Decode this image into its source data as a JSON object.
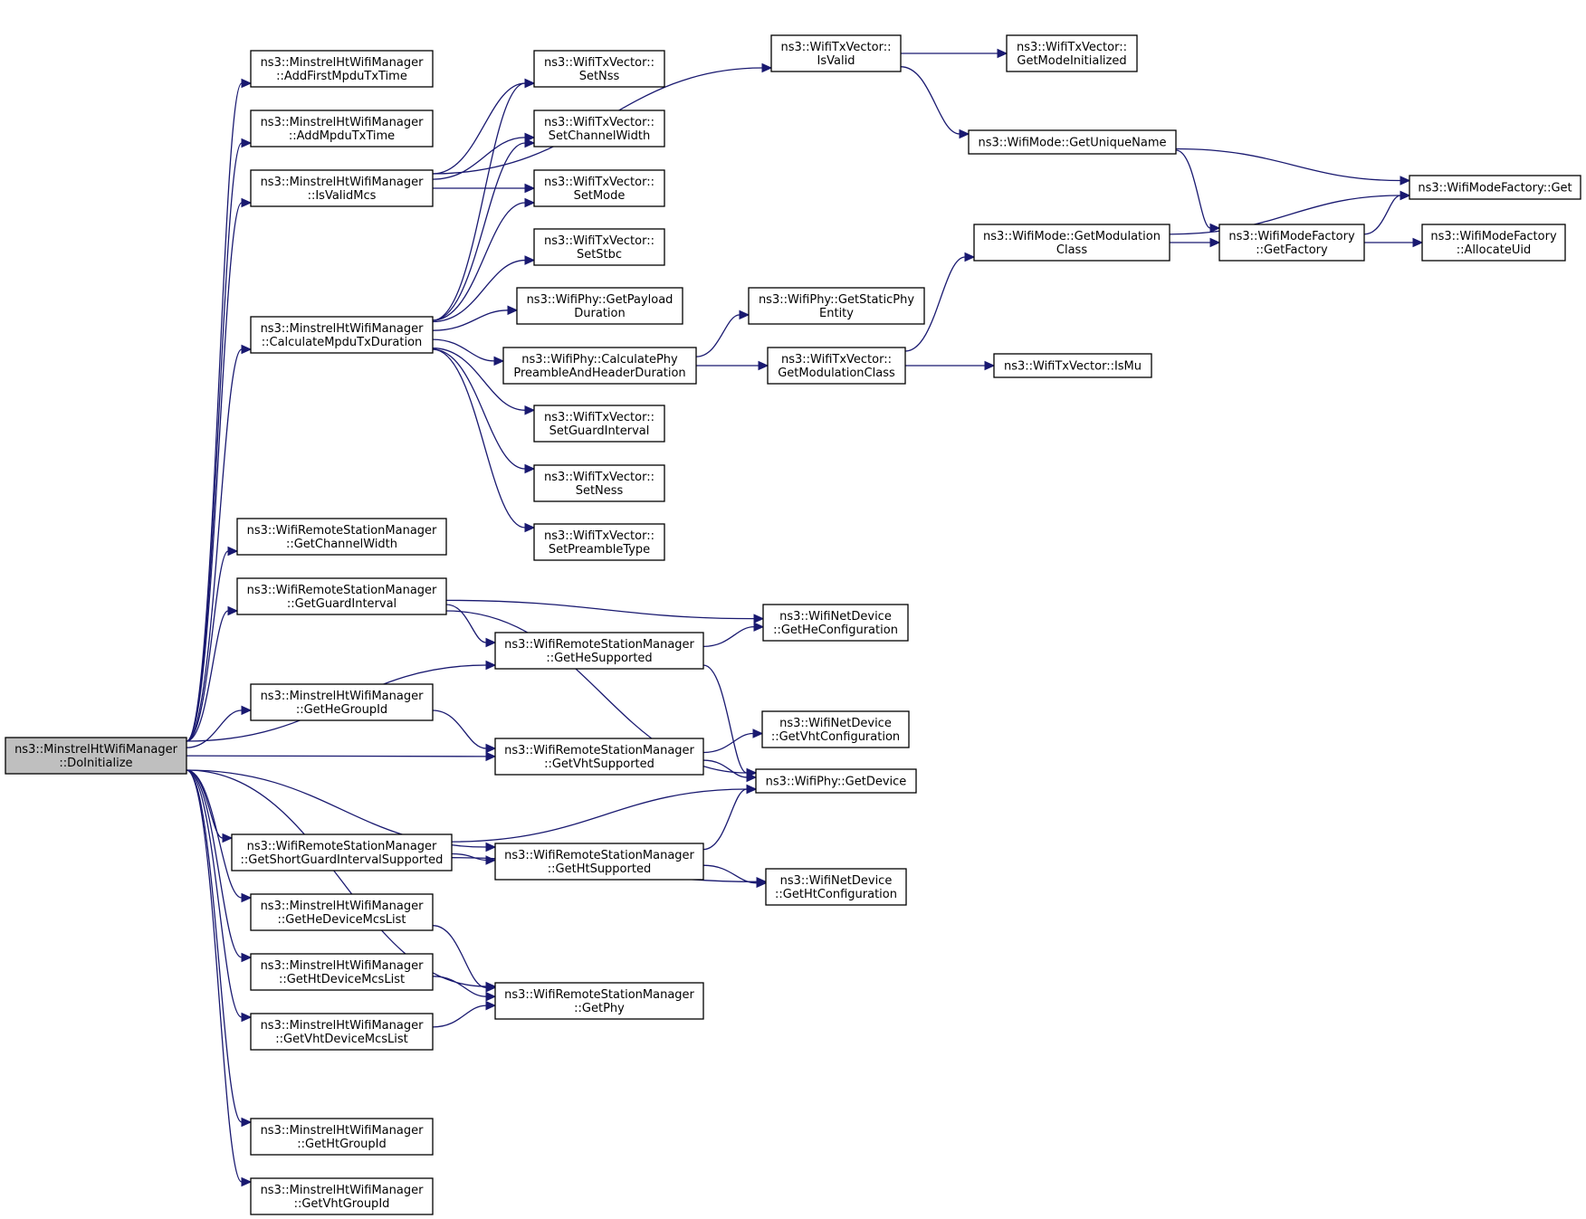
{
  "graph": {
    "nodes": [
      {
        "id": "doinit",
        "lines": [
          "ns3::MinstrelHtWifiManager",
          "::DoInitialize"
        ],
        "root": true
      },
      {
        "id": "addfirst",
        "lines": [
          "ns3::MinstrelHtWifiManager",
          "::AddFirstMpduTxTime"
        ]
      },
      {
        "id": "addmpdu",
        "lines": [
          "ns3::MinstrelHtWifiManager",
          "::AddMpduTxTime"
        ]
      },
      {
        "id": "isvalidmcs",
        "lines": [
          "ns3::MinstrelHtWifiManager",
          "::IsValidMcs"
        ]
      },
      {
        "id": "calcmpdu",
        "lines": [
          "ns3::MinstrelHtWifiManager",
          "::CalculateMpduTxDuration"
        ]
      },
      {
        "id": "getchwidth",
        "lines": [
          "ns3::WifiRemoteStationManager",
          "::GetChannelWidth"
        ]
      },
      {
        "id": "getgi",
        "lines": [
          "ns3::WifiRemoteStationManager",
          "::GetGuardInterval"
        ]
      },
      {
        "id": "getheg",
        "lines": [
          "ns3::MinstrelHtWifiManager",
          "::GetHeGroupId"
        ]
      },
      {
        "id": "getsgi",
        "lines": [
          "ns3::WifiRemoteStationManager",
          "::GetShortGuardIntervalSupported"
        ]
      },
      {
        "id": "hedevmcs",
        "lines": [
          "ns3::MinstrelHtWifiManager",
          "::GetHeDeviceMcsList"
        ]
      },
      {
        "id": "htdevmcs",
        "lines": [
          "ns3::MinstrelHtWifiManager",
          "::GetHtDeviceMcsList"
        ]
      },
      {
        "id": "vhtdevmcs",
        "lines": [
          "ns3::MinstrelHtWifiManager",
          "::GetVhtDeviceMcsList"
        ]
      },
      {
        "id": "htgid",
        "lines": [
          "ns3::MinstrelHtWifiManager",
          "::GetHtGroupId"
        ]
      },
      {
        "id": "vhtgid",
        "lines": [
          "ns3::MinstrelHtWifiManager",
          "::GetVhtGroupId"
        ]
      },
      {
        "id": "setnss",
        "lines": [
          "ns3::WifiTxVector::",
          "SetNss"
        ]
      },
      {
        "id": "setchw",
        "lines": [
          "ns3::WifiTxVector::",
          "SetChannelWidth"
        ]
      },
      {
        "id": "setmode",
        "lines": [
          "ns3::WifiTxVector::",
          "SetMode"
        ]
      },
      {
        "id": "setstbc",
        "lines": [
          "ns3::WifiTxVector::",
          "SetStbc"
        ]
      },
      {
        "id": "payload",
        "lines": [
          "ns3::WifiPhy::GetPayload",
          "Duration"
        ]
      },
      {
        "id": "preamble",
        "lines": [
          "ns3::WifiPhy::CalculatePhy",
          "PreambleAndHeaderDuration"
        ]
      },
      {
        "id": "setgi",
        "lines": [
          "ns3::WifiTxVector::",
          "SetGuardInterval"
        ]
      },
      {
        "id": "setness",
        "lines": [
          "ns3::WifiTxVector::",
          "SetNess"
        ]
      },
      {
        "id": "setpre",
        "lines": [
          "ns3::WifiTxVector::",
          "SetPreambleType"
        ]
      },
      {
        "id": "hesupp",
        "lines": [
          "ns3::WifiRemoteStationManager",
          "::GetHeSupported"
        ]
      },
      {
        "id": "vhtsupp",
        "lines": [
          "ns3::WifiRemoteStationManager",
          "::GetVhtSupported"
        ]
      },
      {
        "id": "htsupp",
        "lines": [
          "ns3::WifiRemoteStationManager",
          "::GetHtSupported"
        ]
      },
      {
        "id": "getphy",
        "lines": [
          "ns3::WifiRemoteStationManager",
          "::GetPhy"
        ]
      },
      {
        "id": "isvalid",
        "lines": [
          "ns3::WifiTxVector::",
          "IsValid"
        ]
      },
      {
        "id": "staticphy",
        "lines": [
          "ns3::WifiPhy::GetStaticPhy",
          "Entity"
        ]
      },
      {
        "id": "txmodcls",
        "lines": [
          "ns3::WifiTxVector::",
          "GetModulationClass"
        ]
      },
      {
        "id": "hecfg",
        "lines": [
          "ns3::WifiNetDevice",
          "::GetHeConfiguration"
        ]
      },
      {
        "id": "vhtcfg",
        "lines": [
          "ns3::WifiNetDevice",
          "::GetVhtConfiguration"
        ]
      },
      {
        "id": "getdevice",
        "lines": [
          "ns3::WifiPhy::GetDevice"
        ]
      },
      {
        "id": "htcfg",
        "lines": [
          "ns3::WifiNetDevice",
          "::GetHtConfiguration"
        ]
      },
      {
        "id": "modeinit",
        "lines": [
          "ns3::WifiTxVector::",
          "GetModeInitialized"
        ]
      },
      {
        "id": "uniquename",
        "lines": [
          "ns3::WifiMode::GetUniqueName"
        ]
      },
      {
        "id": "modemodcls",
        "lines": [
          "ns3::WifiMode::GetModulation",
          "Class"
        ]
      },
      {
        "id": "ismu",
        "lines": [
          "ns3::WifiTxVector::IsMu"
        ]
      },
      {
        "id": "factget",
        "lines": [
          "ns3::WifiModeFactory::Get"
        ]
      },
      {
        "id": "getfactory",
        "lines": [
          "ns3::WifiModeFactory",
          "::GetFactory"
        ]
      },
      {
        "id": "allocuid",
        "lines": [
          "ns3::WifiModeFactory",
          "::AllocateUid"
        ]
      }
    ],
    "edges": [
      {
        "from": "doinit",
        "to": "addfirst"
      },
      {
        "from": "doinit",
        "to": "addmpdu"
      },
      {
        "from": "doinit",
        "to": "isvalidmcs"
      },
      {
        "from": "doinit",
        "to": "calcmpdu"
      },
      {
        "from": "doinit",
        "to": "getchwidth"
      },
      {
        "from": "doinit",
        "to": "getgi"
      },
      {
        "from": "doinit",
        "to": "hesupp"
      },
      {
        "from": "doinit",
        "to": "getheg"
      },
      {
        "from": "doinit",
        "to": "vhtsupp"
      },
      {
        "from": "doinit",
        "to": "htsupp"
      },
      {
        "from": "doinit",
        "to": "getsgi"
      },
      {
        "from": "doinit",
        "to": "hedevmcs"
      },
      {
        "from": "doinit",
        "to": "htdevmcs"
      },
      {
        "from": "doinit",
        "to": "vhtdevmcs"
      },
      {
        "from": "doinit",
        "to": "getphy"
      },
      {
        "from": "doinit",
        "to": "htgid"
      },
      {
        "from": "doinit",
        "to": "vhtgid"
      },
      {
        "from": "isvalidmcs",
        "to": "isvalid"
      },
      {
        "from": "isvalidmcs",
        "to": "setnss"
      },
      {
        "from": "isvalidmcs",
        "to": "setchw"
      },
      {
        "from": "isvalidmcs",
        "to": "setmode"
      },
      {
        "from": "calcmpdu",
        "to": "setnss"
      },
      {
        "from": "calcmpdu",
        "to": "setchw"
      },
      {
        "from": "calcmpdu",
        "to": "setmode"
      },
      {
        "from": "calcmpdu",
        "to": "setstbc"
      },
      {
        "from": "calcmpdu",
        "to": "payload"
      },
      {
        "from": "calcmpdu",
        "to": "preamble"
      },
      {
        "from": "calcmpdu",
        "to": "setgi"
      },
      {
        "from": "calcmpdu",
        "to": "setness"
      },
      {
        "from": "calcmpdu",
        "to": "setpre"
      },
      {
        "from": "preamble",
        "to": "staticphy"
      },
      {
        "from": "preamble",
        "to": "txmodcls"
      },
      {
        "from": "txmodcls",
        "to": "modemodcls"
      },
      {
        "from": "txmodcls",
        "to": "ismu"
      },
      {
        "from": "isvalid",
        "to": "modeinit"
      },
      {
        "from": "isvalid",
        "to": "uniquename"
      },
      {
        "from": "uniquename",
        "to": "factget"
      },
      {
        "from": "uniquename",
        "to": "getfactory"
      },
      {
        "from": "modemodcls",
        "to": "getfactory"
      },
      {
        "from": "modemodcls",
        "to": "factget"
      },
      {
        "from": "getfactory",
        "to": "factget"
      },
      {
        "from": "getfactory",
        "to": "allocuid"
      },
      {
        "from": "getgi",
        "to": "hecfg"
      },
      {
        "from": "getgi",
        "to": "hesupp"
      },
      {
        "from": "getgi",
        "to": "getdevice"
      },
      {
        "from": "hesupp",
        "to": "hecfg"
      },
      {
        "from": "hesupp",
        "to": "getdevice"
      },
      {
        "from": "getheg",
        "to": "vhtsupp"
      },
      {
        "from": "vhtsupp",
        "to": "vhtcfg"
      },
      {
        "from": "vhtsupp",
        "to": "getdevice"
      },
      {
        "from": "getsgi",
        "to": "getdevice"
      },
      {
        "from": "getsgi",
        "to": "htsupp"
      },
      {
        "from": "getsgi",
        "to": "htcfg"
      },
      {
        "from": "htsupp",
        "to": "getdevice"
      },
      {
        "from": "htsupp",
        "to": "htcfg"
      },
      {
        "from": "hedevmcs",
        "to": "getphy"
      },
      {
        "from": "htdevmcs",
        "to": "getphy"
      },
      {
        "from": "vhtdevmcs",
        "to": "getphy"
      }
    ]
  }
}
